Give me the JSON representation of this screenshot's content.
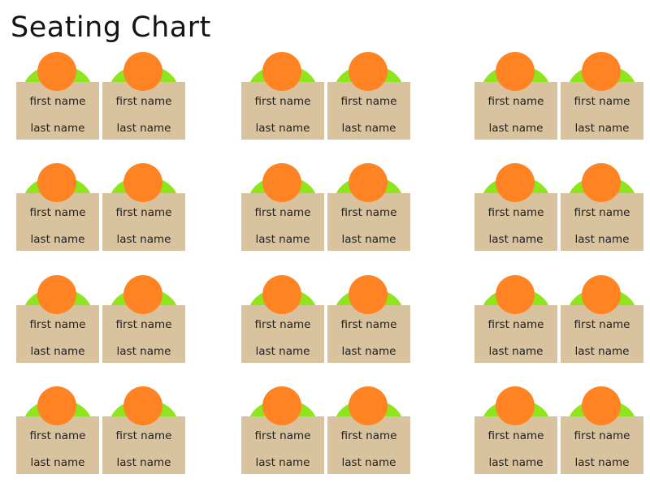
{
  "title": "Seating Chart",
  "student_defaults": {
    "first": "first name",
    "last": "last name"
  },
  "colors": {
    "chair": "#8ee51d",
    "head": "#ff8322",
    "desk": "#d9c29e",
    "text": "#222222"
  },
  "groups": [
    {
      "seats": [
        {
          "first": "first name",
          "last": "last name"
        },
        {
          "first": "first name",
          "last": "last name"
        }
      ]
    },
    {
      "seats": [
        {
          "first": "first name",
          "last": "last name"
        },
        {
          "first": "first name",
          "last": "last name"
        }
      ]
    },
    {
      "seats": [
        {
          "first": "first name",
          "last": "last name"
        },
        {
          "first": "first name",
          "last": "last name"
        }
      ]
    },
    {
      "seats": [
        {
          "first": "first name",
          "last": "last name"
        },
        {
          "first": "first name",
          "last": "last name"
        }
      ]
    },
    {
      "seats": [
        {
          "first": "first name",
          "last": "last name"
        },
        {
          "first": "first name",
          "last": "last name"
        }
      ]
    },
    {
      "seats": [
        {
          "first": "first name",
          "last": "last name"
        },
        {
          "first": "first name",
          "last": "last name"
        }
      ]
    },
    {
      "seats": [
        {
          "first": "first name",
          "last": "last name"
        },
        {
          "first": "first name",
          "last": "last name"
        }
      ]
    },
    {
      "seats": [
        {
          "first": "first name",
          "last": "last name"
        },
        {
          "first": "first name",
          "last": "last name"
        }
      ]
    },
    {
      "seats": [
        {
          "first": "first name",
          "last": "last name"
        },
        {
          "first": "first name",
          "last": "last name"
        }
      ]
    },
    {
      "seats": [
        {
          "first": "first name",
          "last": "last name"
        },
        {
          "first": "first name",
          "last": "last name"
        }
      ]
    },
    {
      "seats": [
        {
          "first": "first name",
          "last": "last name"
        },
        {
          "first": "first name",
          "last": "last name"
        }
      ]
    },
    {
      "seats": [
        {
          "first": "first name",
          "last": "last name"
        },
        {
          "first": "first name",
          "last": "last name"
        }
      ]
    }
  ]
}
